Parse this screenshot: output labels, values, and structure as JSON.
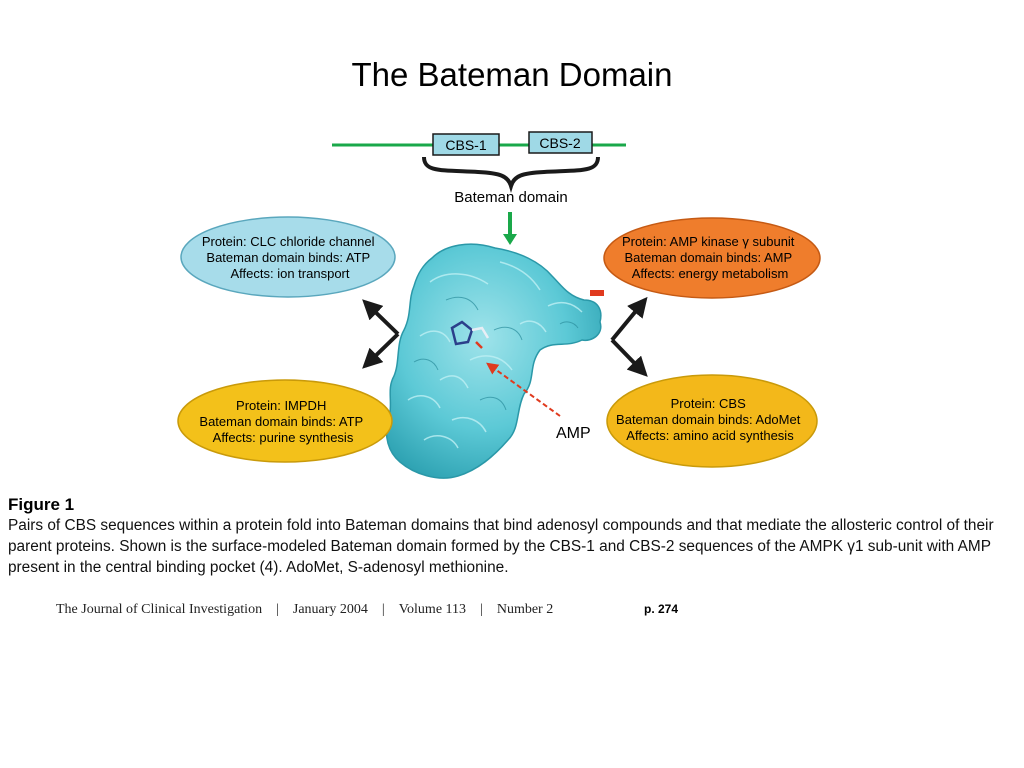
{
  "slide": {
    "title": "The Bateman Domain"
  },
  "diagram": {
    "cbs1_label": "CBS-1",
    "cbs2_label": "CBS-2",
    "bateman_domain_label": "Bateman domain",
    "amp_label": "AMP",
    "ellipses": [
      {
        "id": "clc",
        "color": "#a7dcea",
        "lines": [
          "Protein: CLC chloride channel",
          "Bateman domain binds: ATP",
          "Affects: ion transport"
        ]
      },
      {
        "id": "ampk",
        "color": "#ef7d2c",
        "lines": [
          "Protein: AMP kinase γ subunit",
          "Bateman domain binds: AMP",
          "Affects: energy metabolism"
        ]
      },
      {
        "id": "impdh",
        "color": "#f3c11a",
        "lines": [
          "Protein: IMPDH",
          "Bateman domain binds: ATP",
          "Affects: purine synthesis"
        ]
      },
      {
        "id": "cbs",
        "color": "#f3b81a",
        "lines": [
          "Protein: CBS",
          "Bateman domain binds: AdoMet",
          "Affects: amino acid synthesis"
        ]
      }
    ]
  },
  "figure": {
    "label": "Figure 1",
    "caption": "Pairs of CBS sequences within a protein fold into Bateman domains that bind adenosyl compounds and that mediate the allosteric control of their parent proteins. Shown is the surface-modeled Bateman domain formed by the CBS-1 and CBS-2 sequences of the AMPK γ1 sub-unit with AMP present in the central binding pocket (4). AdoMet, S-adenosyl methionine."
  },
  "footer": {
    "journal": "The Journal of Clinical Investigation",
    "date": "January 2004",
    "volume": "Volume 113",
    "number": "Number 2",
    "page": "p. 274"
  }
}
